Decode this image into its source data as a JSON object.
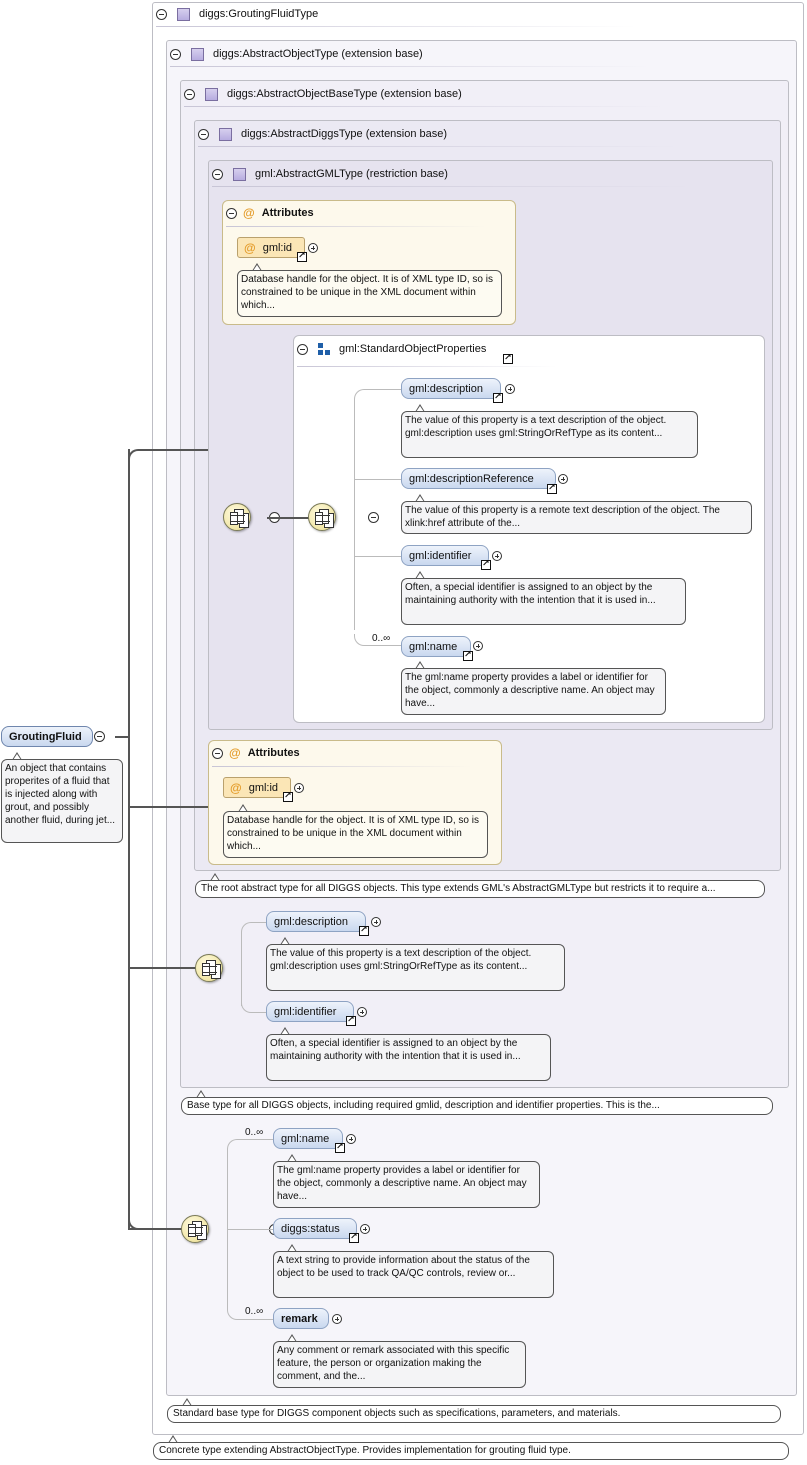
{
  "root": {
    "label": "GroutingFluid",
    "doc": "An object that contains properites of a fluid that is injected along with grout, and possibly another fluid, during jet..."
  },
  "types": {
    "grouting": {
      "label": "diggs:GroutingFluidType",
      "caption": "Concrete type extending AbstractObjectType. Provides implementation for grouting fluid type."
    },
    "abstract_object": {
      "label": "diggs:AbstractObjectType (extension base)",
      "caption": "Standard base type for DIGGS component objects such as specifications, parameters, and materials."
    },
    "abstract_object_base": {
      "label": "diggs:AbstractObjectBaseType (extension base)",
      "caption": "Base type for all DIGGS objects, including required gmlid, description and identifier properties. This is the..."
    },
    "abstract_diggs": {
      "label": "diggs:AbstractDiggsType (extension base)",
      "caption": "The root abstract type for all DIGGS objects. This type extends GML's AbstractGMLType but restricts it to require a..."
    },
    "abstract_gml": {
      "label": "gml:AbstractGMLType (restriction base)"
    }
  },
  "attributes": {
    "title": "Attributes",
    "id_label": "gml:id",
    "id_doc": "Database handle for the object. It is of XML type ID, so is constrained to be unique in the XML document within which..."
  },
  "group": {
    "label": "gml:StandardObjectProperties"
  },
  "cardinality": "0..∞",
  "elements": {
    "description": {
      "label": "gml:description",
      "doc": "The value of this property is a text description of the object. gml:description uses gml:StringOrRefType as its content..."
    },
    "descriptionReference": {
      "label": "gml:descriptionReference",
      "doc": "The value of this property is a remote text description of the object. The xlink:href attribute of the..."
    },
    "identifier": {
      "label": "gml:identifier",
      "doc": "Often, a special identifier is assigned to an object by the maintaining authority with the intention that it is used in..."
    },
    "name": {
      "label": "gml:name",
      "doc": "The gml:name property provides a label or identifier for the object, commonly a descriptive name. An object may have..."
    },
    "status": {
      "label": "diggs:status",
      "doc": "A text string to provide information about the status of the object to be used to track QA/QC controls, review or..."
    },
    "remark": {
      "label": "remark",
      "doc": "Any comment or remark associated with this specific feature, the person or organization making the comment, and the..."
    }
  },
  "colors": {
    "element_fill": "#c9d8ef",
    "attribute_fill": "#fbe6b6",
    "compositor_fill": "#f1e6a6"
  }
}
